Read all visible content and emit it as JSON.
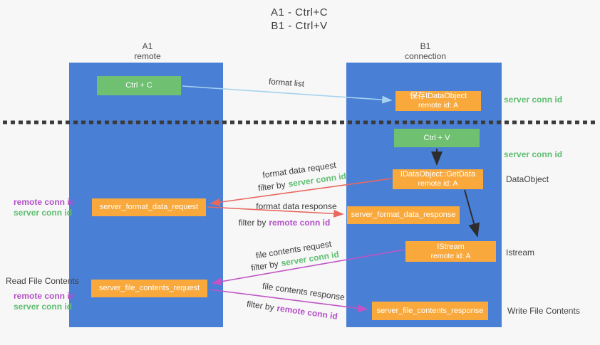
{
  "title": {
    "line1": "A1 - Ctrl+C",
    "line2": "B1 - Ctrl+V"
  },
  "columns": [
    {
      "label": "A1",
      "sublabel": "remote"
    },
    {
      "label": "B1",
      "sublabel": "connection"
    }
  ],
  "nodes": {
    "ctrl_c": "Ctrl + C",
    "save_dataobject": {
      "line1": "保存IDataObject",
      "line2": "remote id: A"
    },
    "ctrl_v": "Ctrl + V",
    "getdata": {
      "line1": "IDataObject::GetData",
      "line2": "remote id: A"
    },
    "format_request": "server_format_data_request",
    "format_response": "server_format_data_response",
    "istream": {
      "line1": "IStream",
      "line2": "remote id: A"
    },
    "file_request": "server_file_contents_request",
    "file_response": "server_file_contents_response"
  },
  "annotations": {
    "format_list": "format list",
    "server_conn_id_right_1": "server conn id",
    "server_conn_id_right_2": "server conn id",
    "dataobject_label": "DataObject",
    "istream_label": "Istream",
    "read_file_contents": "Read File Contents",
    "write_file_contents": "Write File Contents",
    "format_data_request": "format data request",
    "fdr_filter_prefix": "filter by",
    "fdr_filter_value": "server conn id",
    "format_data_response": "format data response",
    "fdresp_filter_prefix": "filter by",
    "fdresp_filter_value": "remote conn id",
    "file_contents_request": "file contents request",
    "fcr_filter_prefix": "filter by",
    "fcr_filter_value": "server conn id",
    "file_contents_response": "file contents response",
    "fcresp_filter_prefix": "filter by",
    "fcresp_filter_value": "remote conn id",
    "left_ids_top": {
      "remote": "remote conn id",
      "server": "server conn id"
    },
    "left_ids_bottom": {
      "remote": "remote conn id",
      "server": "server conn id"
    }
  },
  "colors": {
    "lane_blue": "#4a7fd6",
    "green_box": "#6fc071",
    "orange_box": "#f9a93c",
    "arrow_light_blue": "#a5d2ee",
    "arrow_red": "#e8685e",
    "arrow_magenta": "#bf55c5",
    "arrow_black": "#2d2d2d",
    "text_green": "#5fbe71",
    "text_purple": "#b44fc8",
    "background": "#f7f7f7"
  }
}
